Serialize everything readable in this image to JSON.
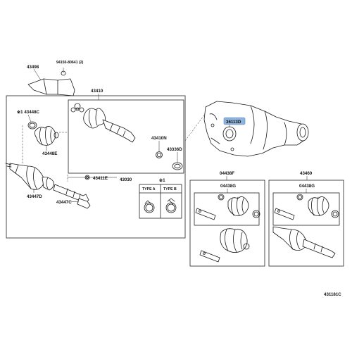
{
  "labels": {
    "p94150": "94150-80641 (2)",
    "p43498": "43498",
    "p43410": "43410",
    "p43448c": "※1 43448C",
    "p43448e": "43448E",
    "p43410n": "43410N",
    "p43336d": "43336D",
    "p43447d": "43447D",
    "p43411e": "43411E",
    "p43030": "43030",
    "p43447c": "43447C",
    "p36113d": "36113D",
    "p04438f": "04438F",
    "p43460": "43460",
    "p04438g_left": "04438G",
    "p04438g_right": "04438G",
    "note_ref": "※1",
    "type_a": "TYPE A",
    "type_b": "TYPE B",
    "drawing_no": "431181C"
  },
  "colors": {
    "highlight": "#8eb4de",
    "line": "#1a1a1a"
  },
  "icons": {
    "boot_band_a": "clamp-ring-icon",
    "boot_band_b": "clamp-ring-icon"
  }
}
